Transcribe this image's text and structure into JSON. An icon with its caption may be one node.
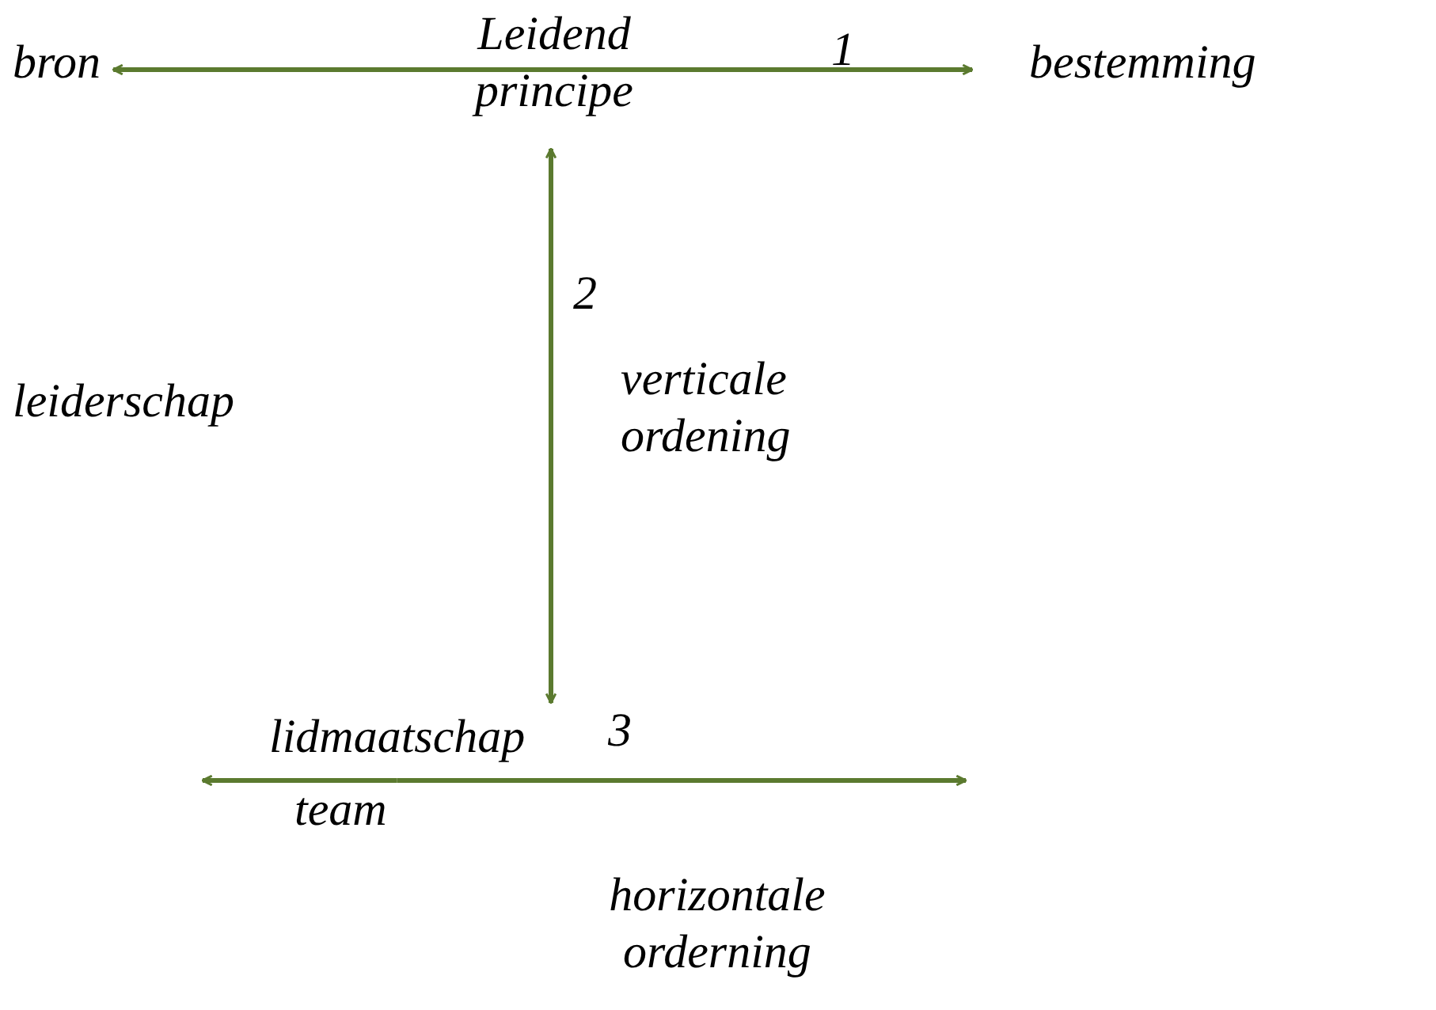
{
  "diagram": {
    "nodes": [
      {
        "text": [
          "bron"
        ]
      },
      {
        "text": [
          "Leidend principe"
        ]
      },
      {
        "text": [
          "bestemming"
        ]
      },
      {
        "text": [
          "lidmaatschap"
        ]
      }
    ],
    "edges": [
      {
        "from": 0,
        "to": 2,
        "arrow": "both"
      },
      {
        "from": 1,
        "to": 3,
        "arrow": "both"
      },
      {
        "from": 3,
        "to": null,
        "arrow": "to"
      },
      {
        "from": 3,
        "to": null,
        "arrow": "to"
      }
    ],
    "labels": [
      "1",
      "2",
      "leiderschap",
      "verticale ordening",
      "3",
      "team",
      "horizontale orderning"
    ]
  }
}
